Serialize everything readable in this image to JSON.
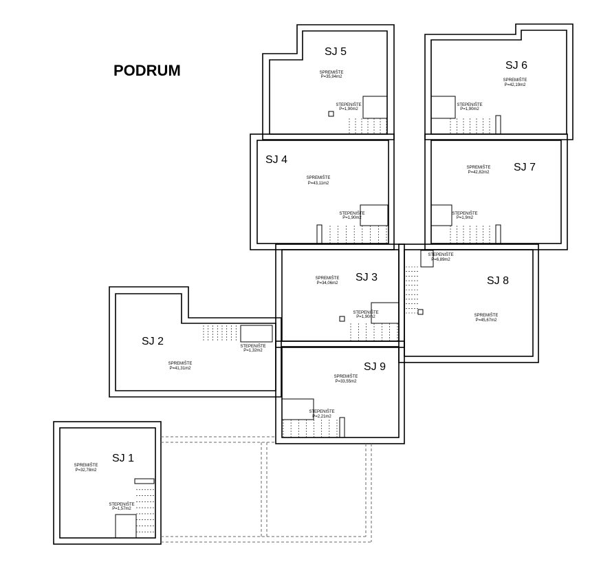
{
  "title": "PODRUM",
  "units": [
    {
      "id": "sj1",
      "label": "SJ 1",
      "rooms": [
        {
          "name": "SPREMIŠTE",
          "area": "P=32,78m2"
        },
        {
          "name": "STEPENIŠTE",
          "area": "P=1,57m2"
        }
      ]
    },
    {
      "id": "sj2",
      "label": "SJ 2",
      "rooms": [
        {
          "name": "SPREMIŠTE",
          "area": "P=41,31m2"
        },
        {
          "name": "STEPENIŠTE",
          "area": "P=1,32m2"
        }
      ]
    },
    {
      "id": "sj3",
      "label": "SJ 3",
      "rooms": [
        {
          "name": "SPREMIŠTE",
          "area": "P=34,06m2"
        },
        {
          "name": "STEPENIŠTE",
          "area": "P=1,90m2"
        }
      ]
    },
    {
      "id": "sj4",
      "label": "SJ 4",
      "rooms": [
        {
          "name": "SPREMIŠTE",
          "area": "P=43,11m2"
        },
        {
          "name": "STEPENIŠTE",
          "area": "P=1,90m2"
        }
      ]
    },
    {
      "id": "sj5",
      "label": "SJ 5",
      "rooms": [
        {
          "name": "SPREMIŠTE",
          "area": "P=35,94m2"
        },
        {
          "name": "STEPENIŠTE",
          "area": "P=1,90m2"
        }
      ]
    },
    {
      "id": "sj6",
      "label": "SJ 6",
      "rooms": [
        {
          "name": "SPREMIŠTE",
          "area": "P=42,19m2"
        },
        {
          "name": "STEPENIŠTE",
          "area": "P=1,90m2"
        }
      ]
    },
    {
      "id": "sj7",
      "label": "SJ 7",
      "rooms": [
        {
          "name": "SPREMIŠTE",
          "area": "P=42,82m2"
        },
        {
          "name": "STEPENIŠTE",
          "area": "P=1,9m2"
        }
      ]
    },
    {
      "id": "sj8",
      "label": "SJ 8",
      "rooms": [
        {
          "name": "SPREMIŠTE",
          "area": "P=45,67m2"
        },
        {
          "name": "STEPENIŠTE",
          "area": "P=6,89m2"
        }
      ]
    },
    {
      "id": "sj9",
      "label": "SJ 9",
      "rooms": [
        {
          "name": "SPREMIŠTE",
          "area": "P=33,55m2"
        },
        {
          "name": "STEPENIŠTE",
          "area": "P=2,21m2"
        }
      ]
    }
  ]
}
